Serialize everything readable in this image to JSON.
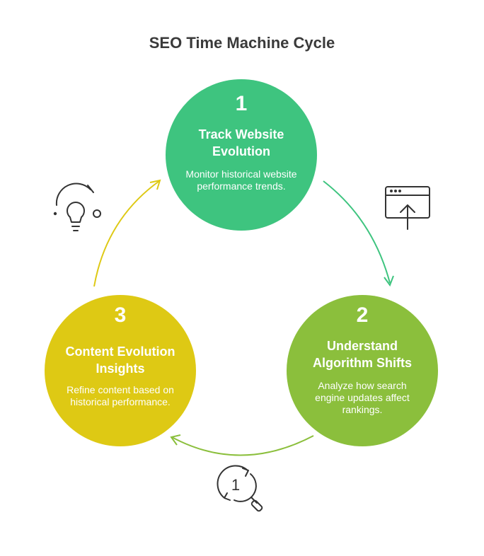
{
  "title": "SEO Time Machine Cycle",
  "steps": [
    {
      "number": "1",
      "heading": "Track Website Evolution",
      "description": "Monitor historical website performance trends.",
      "color": "#3ec47f"
    },
    {
      "number": "2",
      "heading": "Understand Algorithm Shifts",
      "description": "Analyze how search engine updates affect rankings.",
      "color": "#8bbf3c"
    },
    {
      "number": "3",
      "heading": "Content Evolution Insights",
      "description": "Refine content based on historical performance.",
      "color": "#dec914"
    }
  ],
  "icons": {
    "step1": "browser-upload-icon",
    "step2": "history-search-icon",
    "step3": "lightbulb-idea-icon"
  }
}
